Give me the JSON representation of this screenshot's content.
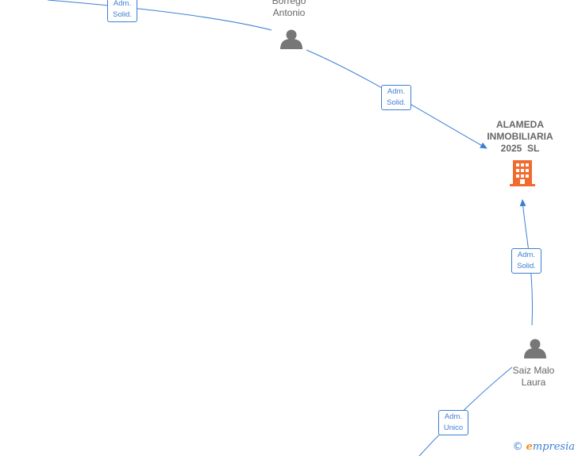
{
  "nodes": {
    "borrego": {
      "line1": "Borrego",
      "line2": "Antonio"
    },
    "company": {
      "line1": "ALAMEDA",
      "line2": "INMOBILIARIA",
      "line3": "2025  SL"
    },
    "saiz": {
      "line1": "Saiz Malo",
      "line2": "Laura"
    }
  },
  "edges": {
    "top_left": {
      "line1": "Adm.",
      "line2": "Solid."
    },
    "borrego_company": {
      "line1": "Adm.",
      "line2": "Solid."
    },
    "saiz_company": {
      "line1": "Adm.",
      "line2": "Solid."
    },
    "bottom": {
      "line1": "Adm.",
      "line2": "Unico"
    }
  },
  "brand": {
    "copyright": "©",
    "initial": "e",
    "rest": "mpresia"
  },
  "colors": {
    "edge": "#3b7fd4",
    "person": "#777777",
    "company": "#f26b2e"
  }
}
